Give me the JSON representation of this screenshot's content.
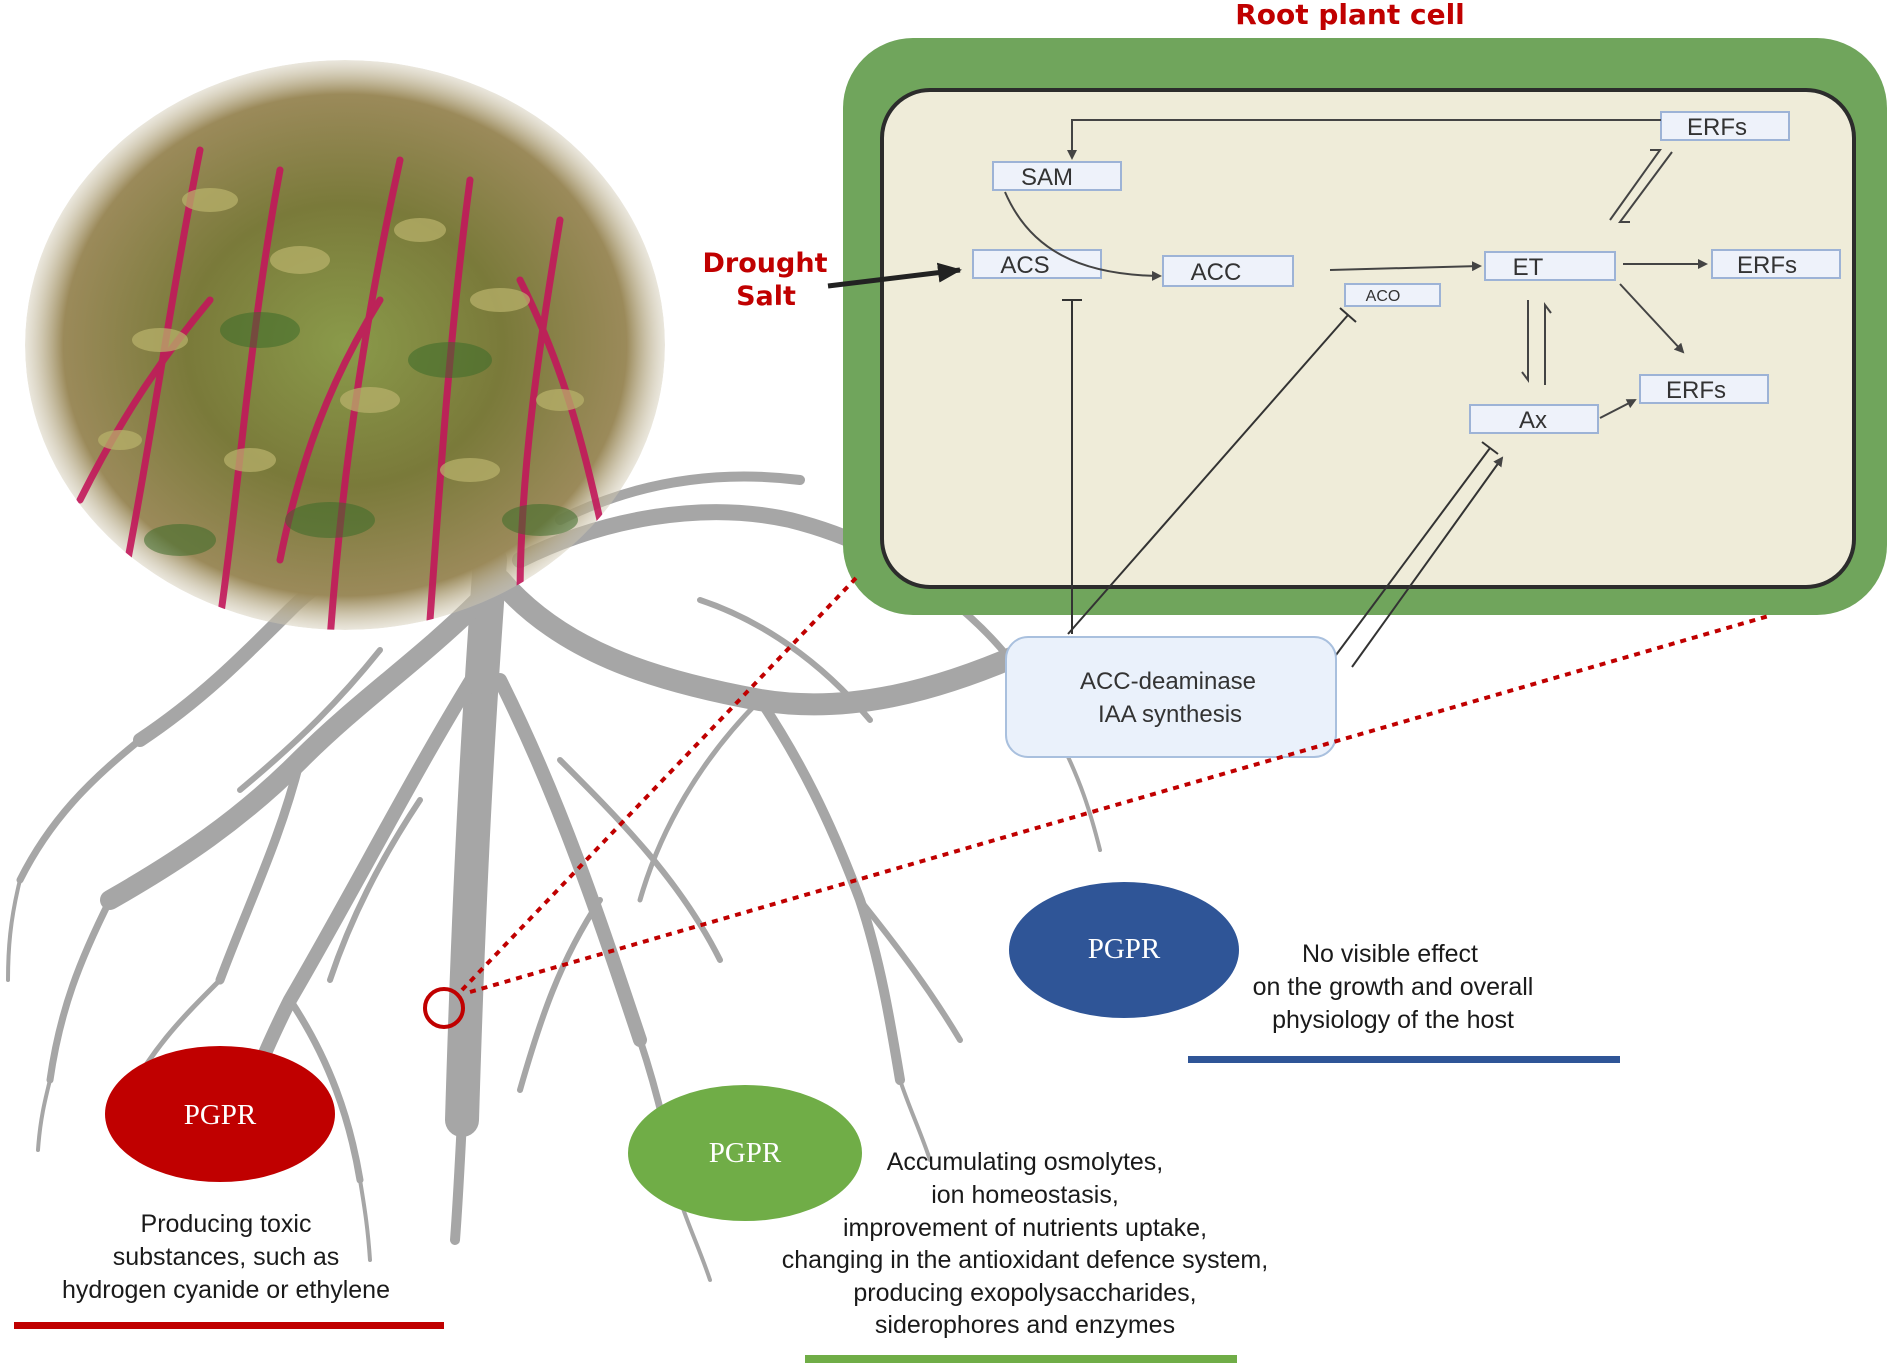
{
  "title": "Root plant cell",
  "stress": [
    "Drought",
    "Salt"
  ],
  "nodes": {
    "sam": "SAM",
    "acs": "ACS",
    "acc": "ACC",
    "aco": "ACO",
    "et": "ET",
    "ax": "Ax",
    "erfs_top": "ERFs",
    "erfs_right": "ERFs",
    "erfs_mid": "ERFs"
  },
  "bacteria_box": [
    "ACC-deaminase",
    "IAA synthesis"
  ],
  "pgpr_red": {
    "label": "PGPR",
    "color": "#c00000",
    "text": [
      "Producing toxic",
      "substances, such as",
      "hydrogen cyanide or ethylene"
    ]
  },
  "pgpr_green": {
    "label": "PGPR",
    "color": "#70ad47",
    "text": [
      "Accumulating osmolytes,",
      "ion homeostasis,",
      "improvement of nutrients uptake,",
      "changing in the antioxidant defence system,",
      "producing exopolysaccharides,",
      "siderophores and enzymes"
    ]
  },
  "pgpr_blue": {
    "label": "PGPR",
    "color": "#2f5597",
    "text": [
      "No visible effect",
      "on the growth and overall",
      "physiology of the host"
    ]
  },
  "colors": {
    "cell_wall": "#70a55c",
    "cytoplasm": "#efecd9",
    "root": "#a6a6a6",
    "accent_red": "#c00000"
  }
}
